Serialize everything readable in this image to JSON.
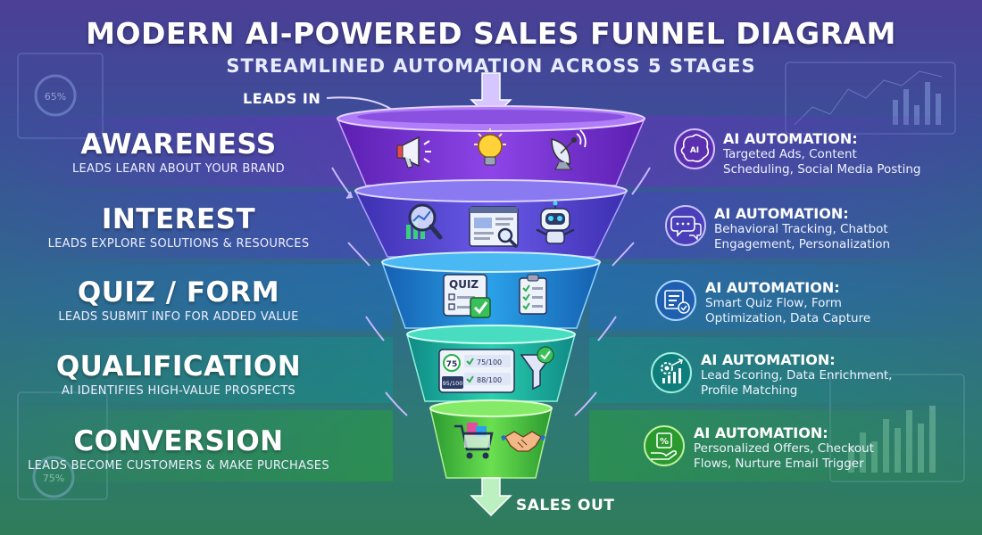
{
  "title": "MODERN AI-POWERED SALES FUNNEL DIAGRAM",
  "subtitle": "STREAMLINED AUTOMATION ACROSS 5 STAGES",
  "flow": {
    "input_label": "LEADS IN",
    "output_label": "SALES OUT"
  },
  "stages": [
    {
      "name": "AWARENESS",
      "description": "LEADS LEARN ABOUT YOUR BRAND",
      "color": "#8a3fe0",
      "icons": [
        "megaphone-icon",
        "lightbulb-icon",
        "satellite-dish-icon"
      ],
      "automation_label": "AI AUTOMATION:",
      "automation_text_1": "Targeted Ads, Content",
      "automation_text_2": "Scheduling, Social Media Posting",
      "automation_icon": "ai-brain-icon"
    },
    {
      "name": "INTEREST",
      "description": "LEADS EXPLORE SOLUTIONS & RESOURCES",
      "color": "#6a4fe0",
      "icons": [
        "analytics-magnifier-icon",
        "webpage-search-icon",
        "chatbot-robot-icon"
      ],
      "automation_label": "AI AUTOMATION:",
      "automation_text_1": "Behavioral Tracking, Chatbot",
      "automation_text_2": "Engagement, Personalization",
      "automation_icon": "chat-bubbles-icon"
    },
    {
      "name": "QUIZ / FORM",
      "description": "LEADS SUBMIT INFO FOR ADDED VALUE",
      "color": "#2a8fe0",
      "icons": [
        "quiz-card-icon",
        "checklist-clipboard-icon"
      ],
      "quiz_text": "QUIZ",
      "automation_label": "AI AUTOMATION:",
      "automation_text_1": "Smart Quiz Flow, Form",
      "automation_text_2": "Optimization, Data Capture",
      "automation_icon": "form-check-icon"
    },
    {
      "name": "QUALIFICATION",
      "description": "AI IDENTIFIES HIGH-VALUE PROSPECTS",
      "color": "#22b8a8",
      "icons": [
        "lead-score-card-icon",
        "filter-funnel-icon"
      ],
      "score_main": "75",
      "score_a": "75/100",
      "score_b": "88/100",
      "score_c": "95/100",
      "automation_label": "AI AUTOMATION:",
      "automation_text_1": "Lead Scoring, Data Enrichment,",
      "automation_text_2": "Profile Matching",
      "automation_icon": "gear-growth-chart-icon"
    },
    {
      "name": "CONVERSION",
      "description": "LEADS BECOME CUSTOMERS & MAKE PURCHASES",
      "color": "#4cc84a",
      "icons": [
        "shopping-cart-icon",
        "handshake-icon"
      ],
      "automation_label": "AI AUTOMATION:",
      "automation_text_1": "Personalized Offers, Checkout",
      "automation_text_2": "Flows, Nurture Email Trigger",
      "automation_icon": "discount-hand-icon"
    }
  ],
  "decor": {
    "gauge_top": "65%",
    "gauge_bottom": "75%"
  }
}
